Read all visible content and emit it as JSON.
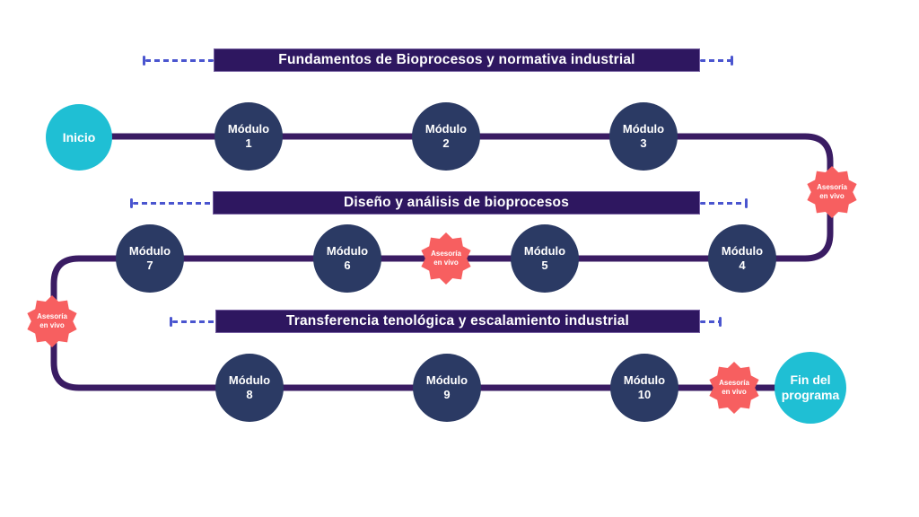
{
  "diagram": {
    "sections": [
      {
        "title": "Fundamentos de Bioprocesos y normativa industrial"
      },
      {
        "title": "Diseño y análisis de bioprocesos"
      },
      {
        "title": "Transferencia tenológica y escalamiento industrial"
      }
    ],
    "start": {
      "label": "Inicio"
    },
    "end": {
      "line1": "Fin del",
      "line2": "programa"
    },
    "modules": [
      {
        "word": "Módulo",
        "number": "1"
      },
      {
        "word": "Módulo",
        "number": "2"
      },
      {
        "word": "Módulo",
        "number": "3"
      },
      {
        "word": "Módulo",
        "number": "4"
      },
      {
        "word": "Módulo",
        "number": "5"
      },
      {
        "word": "Módulo",
        "number": "6"
      },
      {
        "word": "Módulo",
        "number": "7"
      },
      {
        "word": "Módulo",
        "number": "8"
      },
      {
        "word": "Módulo",
        "number": "9"
      },
      {
        "word": "Módulo",
        "number": "10"
      }
    ],
    "live_badge": {
      "line1": "Asesoría",
      "line2": "en vivo"
    },
    "colors": {
      "path_purple": "#3a1c63",
      "banner_purple": "#2e1760",
      "module_navy": "#2b3a64",
      "terminal_cyan": "#1fbfd4",
      "badge_coral": "#f75f60",
      "dash_blue": "#4a55cf",
      "text_white": "#ffffff"
    }
  }
}
